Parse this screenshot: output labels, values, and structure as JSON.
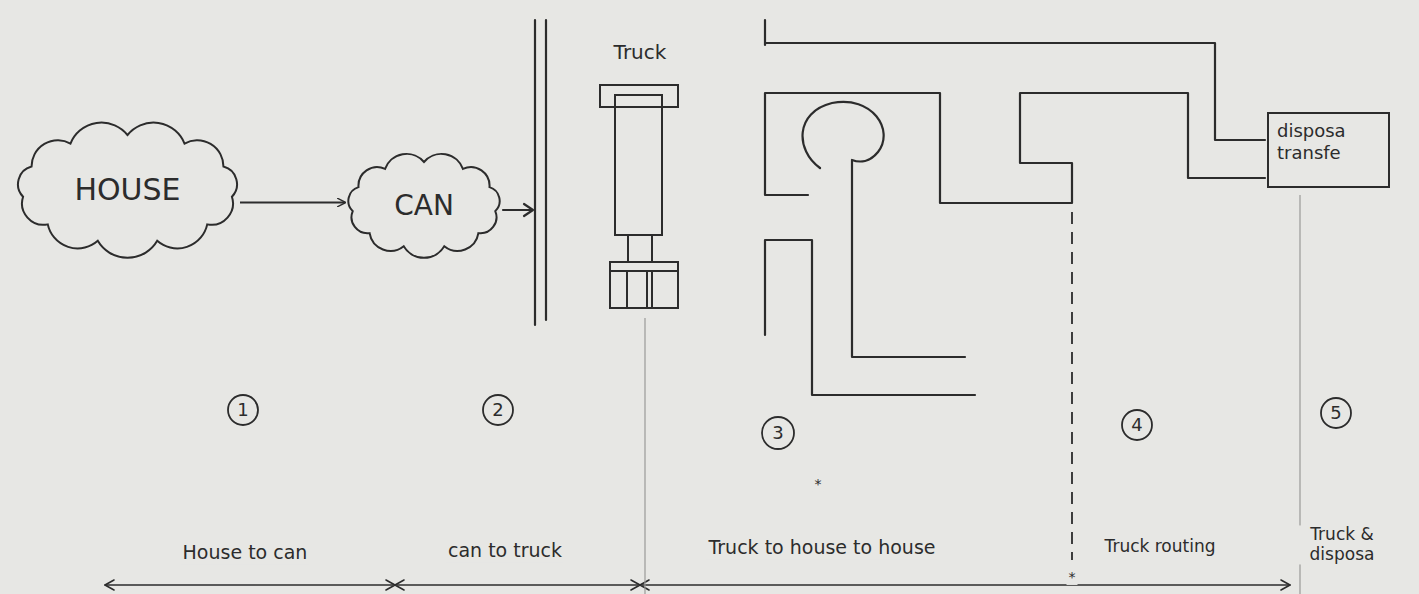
{
  "diagram": {
    "nodes": [
      {
        "text": [
          "HOUSE"
        ]
      },
      {
        "text": [
          "CAN"
        ]
      },
      {
        "text": [
          "Truck"
        ]
      },
      {
        "text": [
          "disposa transfe"
        ]
      }
    ],
    "edges": [
      {
        "from": 0,
        "to": 1,
        "arrow": "to"
      }
    ],
    "labels": [
      "1",
      "2",
      "3",
      "4",
      "5",
      "*",
      "House to can",
      "can to truck",
      "Truck to house to house",
      "*",
      "Truck routing",
      "Truck & disposa"
    ]
  }
}
